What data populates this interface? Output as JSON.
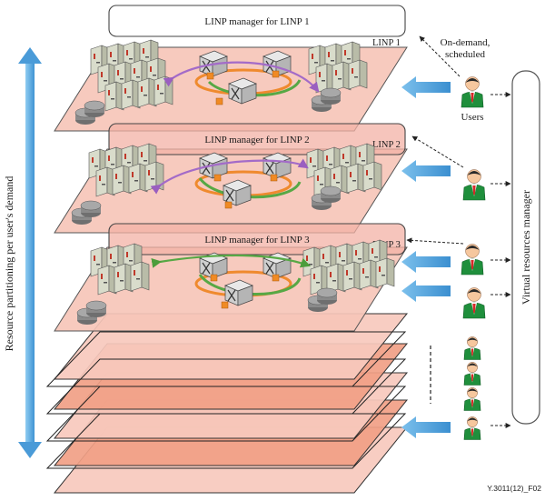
{
  "managers": [
    {
      "label": "LINP manager for LINP 1"
    },
    {
      "label": "LINP manager for LINP 2"
    },
    {
      "label": "LINP manager for LINP 3"
    }
  ],
  "layers": [
    {
      "label": "LINP 1"
    },
    {
      "label": "LINP 2"
    },
    {
      "label": "LINP 3"
    }
  ],
  "left_axis_label": "Resource partitioning per user's demand",
  "right_box_label": "Virtual resources manager",
  "on_demand_label": "On-demand,\nscheduled",
  "users_label": "Users",
  "figure_code": "Y.3011(12)_F02",
  "colors": {
    "layer_fill": "#f6c5b8",
    "deep_layer_fill": "#f19f86",
    "arrow_blue": "#4aa0dc",
    "ring_green": "#57a845",
    "ring_orange": "#ef8a2e",
    "ring_purple": "#a36bc8",
    "user_green": "#1f8f3c",
    "user_tie": "#d62828"
  }
}
